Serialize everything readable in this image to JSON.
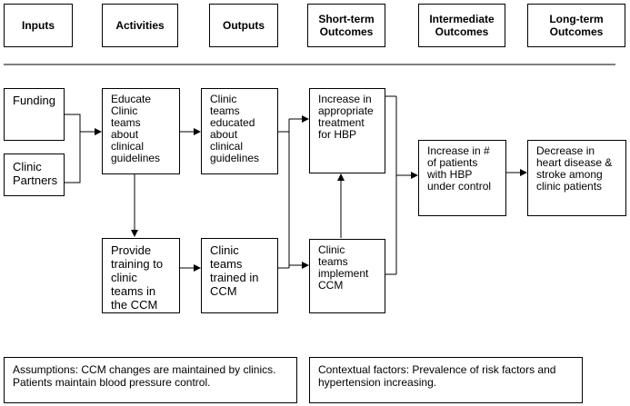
{
  "headers": {
    "inputs": "Inputs",
    "activities": "Activities",
    "outputs": "Outputs",
    "short_term": "Short-term\nOutcomes",
    "intermediate": "Intermediate\nOutcomes",
    "long_term": "Long-term\nOutcomes"
  },
  "nodes": {
    "funding": "Funding",
    "clinic_partners": "Clinic\nPartners",
    "educate": "Educate\nClinic\nteams\nabout\nclinical\nguidelines",
    "provide_training": "Provide\ntraining to\nclinic\nteams in\nthe CCM",
    "teams_educated": "Clinic\nteams\neducated\nabout\nclinical\nguidelines",
    "teams_trained": "Clinic\nteams\ntrained in\nCCM",
    "increase_treatment": "Increase in\nappropriate\ntreatment\nfor HBP",
    "teams_implement": "Clinic\nteams\nimplement\nCCM",
    "increase_patients": "Increase in #\nof patients\nwith HBP\nunder control",
    "decrease_disease": "Decrease in\nheart disease &\nstroke among\nclinic patients"
  },
  "notes": {
    "assumptions": "Assumptions: CCM changes are maintained by clinics.\nPatients maintain blood pressure control.",
    "contextual": "Contextual factors: Prevalence of risk factors and\nhypertension increasing."
  }
}
